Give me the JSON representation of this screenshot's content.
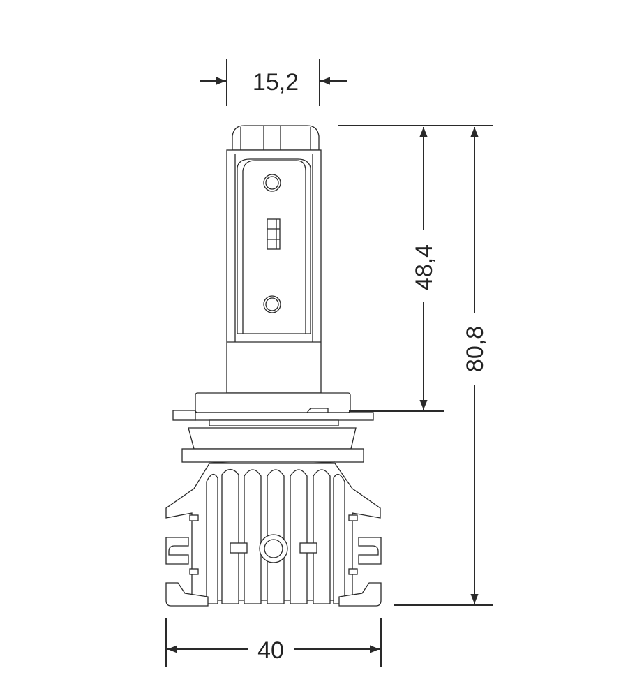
{
  "dimensions": {
    "top_width": "15,2",
    "led_height": "48,4",
    "total_height": "80,8",
    "base_width": "40"
  }
}
